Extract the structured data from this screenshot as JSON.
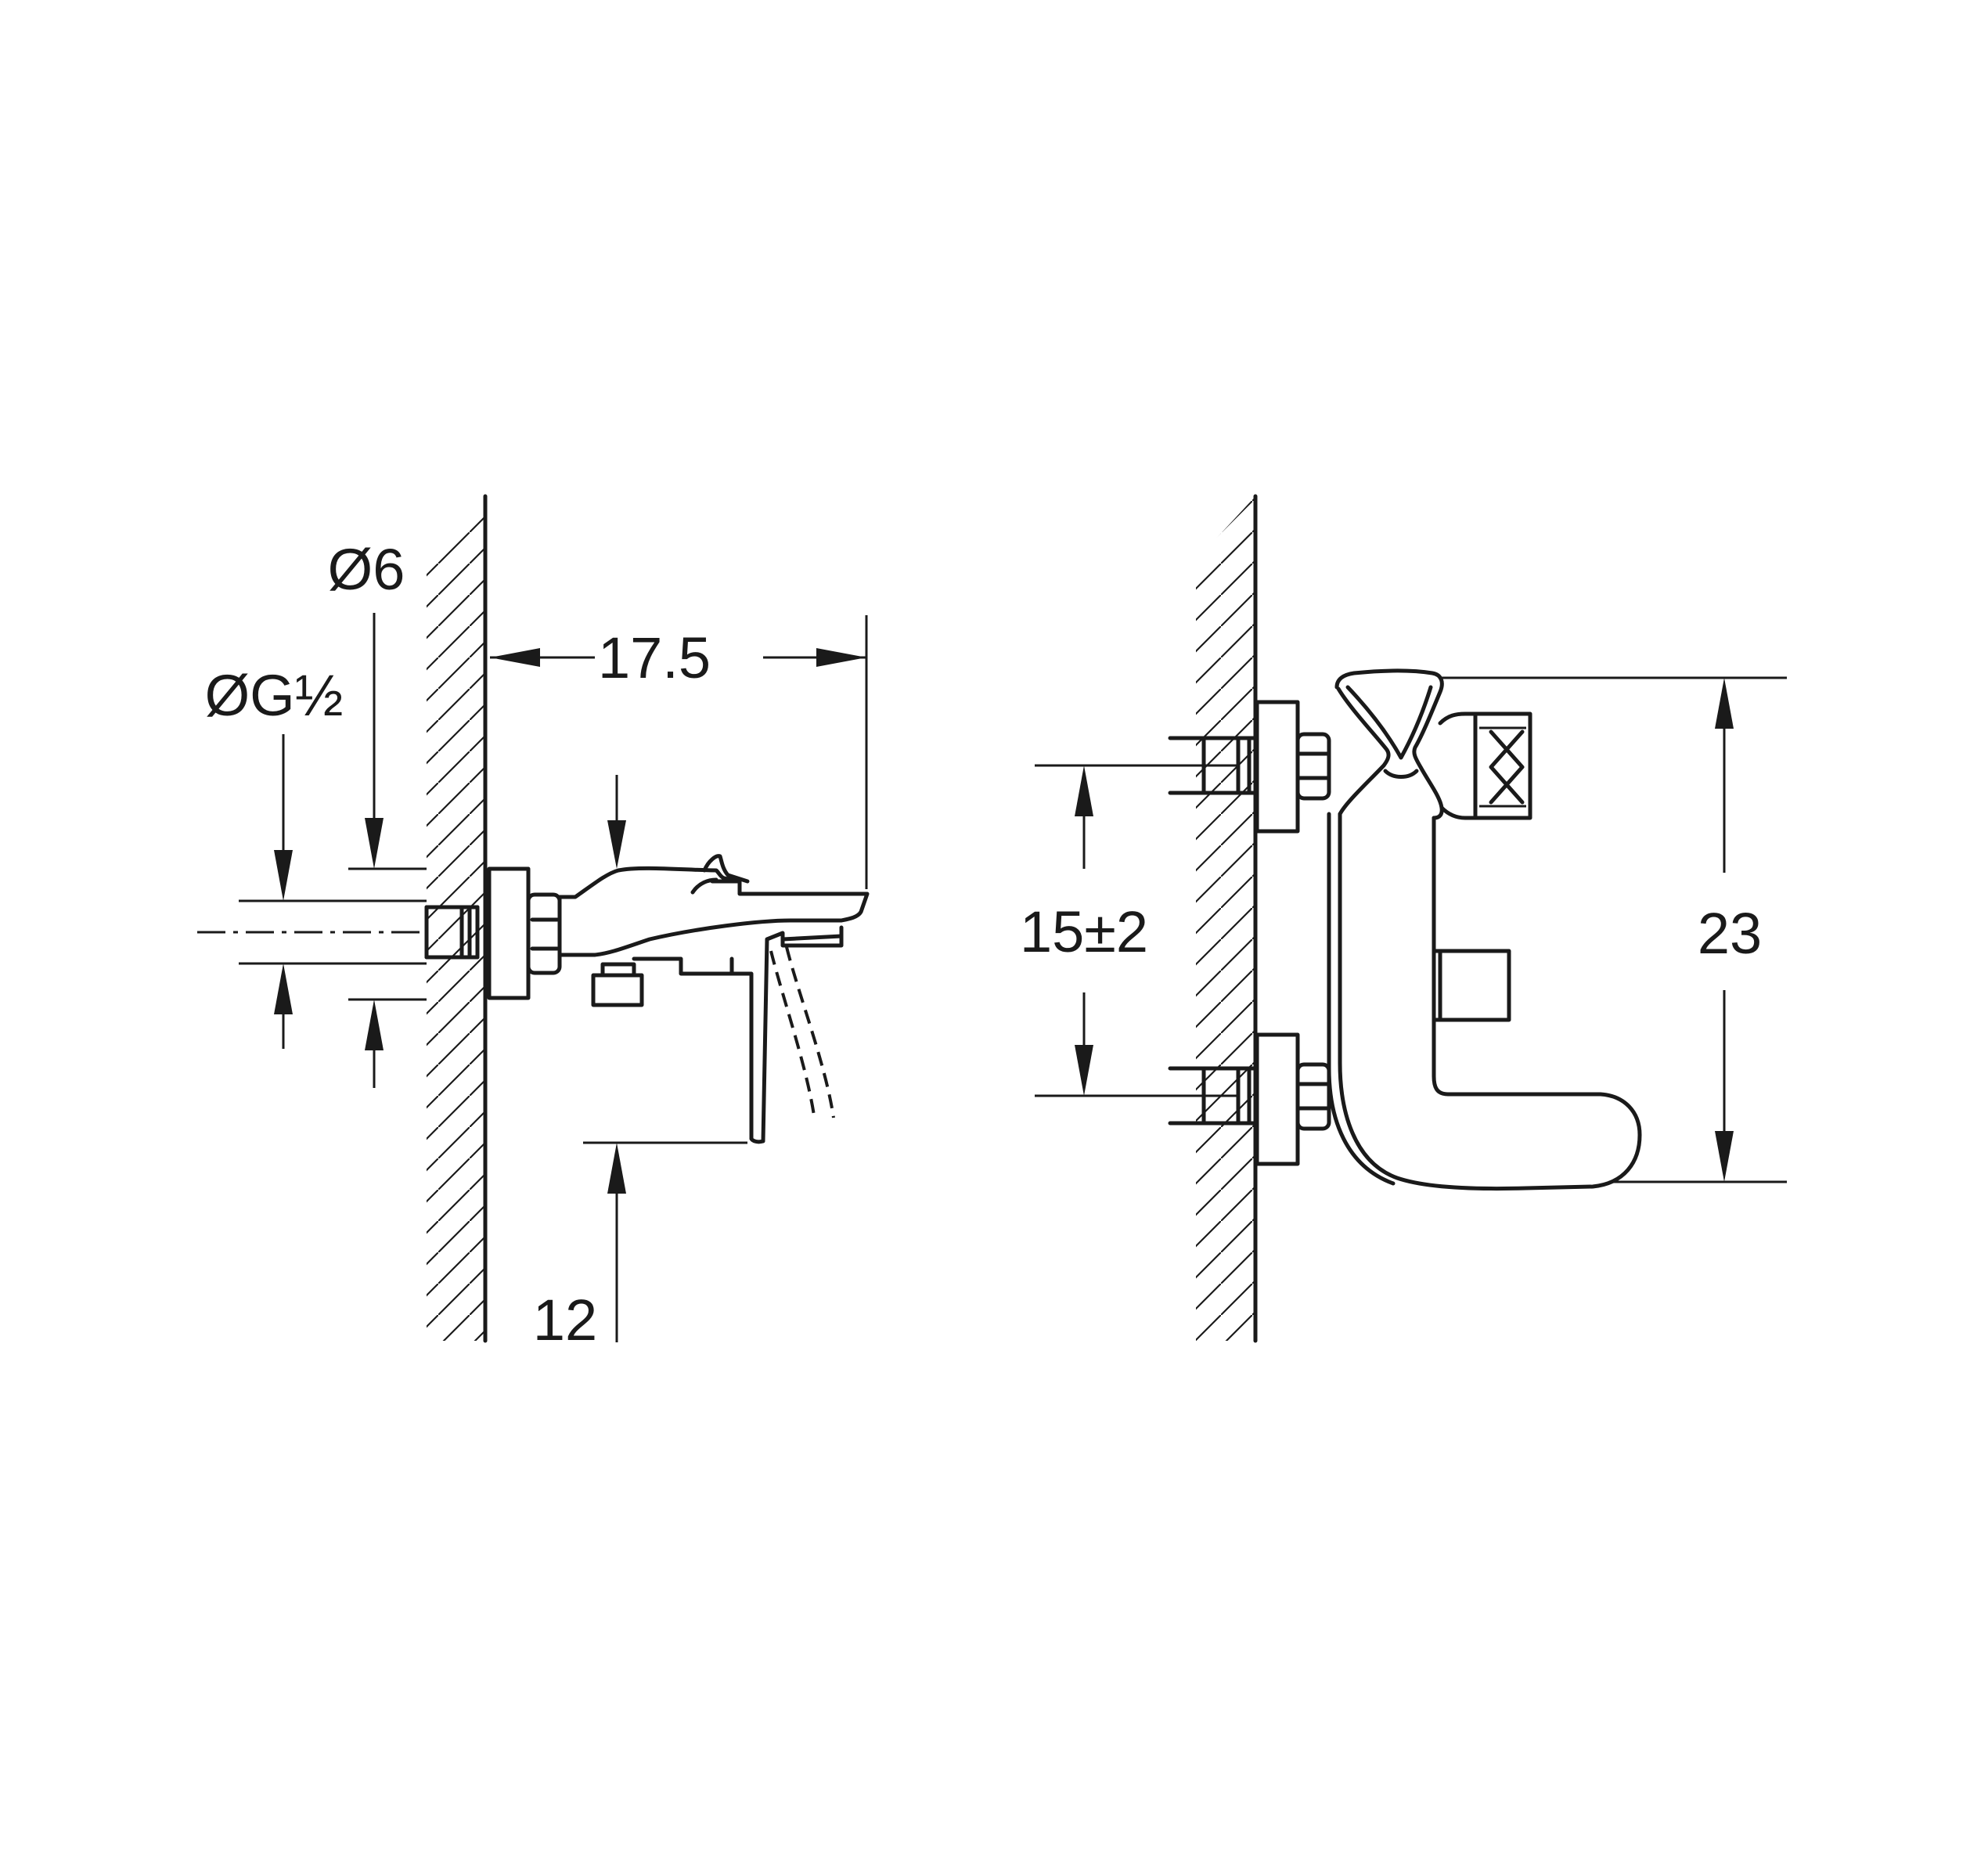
{
  "dimensions": {
    "d6": "Ø6",
    "dg12": "ØG½",
    "length": "17.5",
    "lever_drop": "12",
    "inlet_spacing": "15±2",
    "height": "23"
  },
  "colors": {
    "line": "#1a1a1a",
    "background": "#ffffff"
  }
}
